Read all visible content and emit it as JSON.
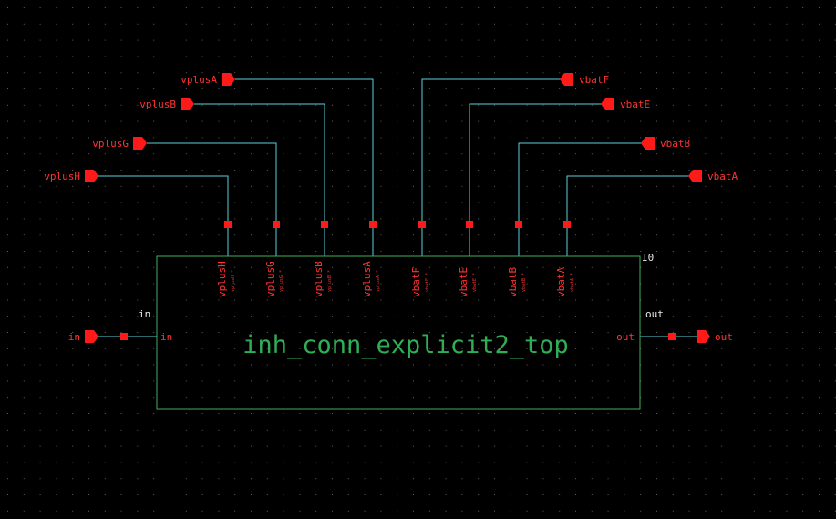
{
  "colors": {
    "background": "#000000",
    "grid_dot": "#5f5f5f",
    "wire": "#5ad0d8",
    "pin": "#ff1a1a",
    "pin_label": "#ff3333",
    "instance_box": "#3fae5a",
    "instance_text": "#2fae55",
    "instance_label": "#e8e8e8"
  },
  "instance": {
    "cell_name": "inh_conn_explicit2_top",
    "instance_name": "I0"
  },
  "pins_top": [
    {
      "name": "vplusA",
      "net": "vplusA",
      "inherit_label": "vplusA"
    },
    {
      "name": "vplusB",
      "net": "vplusB",
      "inherit_label": "vplusB"
    },
    {
      "name": "vplusG",
      "net": "vplusG",
      "inherit_label": "vplusG"
    },
    {
      "name": "vplusH",
      "net": "vplusH",
      "inherit_label": "vplusH"
    },
    {
      "name": "vbatF",
      "net": "vbatF",
      "inherit_label": "vbatF"
    },
    {
      "name": "vbatE",
      "net": "vbatE",
      "inherit_label": "vbatE"
    },
    {
      "name": "vbatB",
      "net": "vbatB",
      "inherit_label": "vbatB"
    },
    {
      "name": "vbatA",
      "net": "vbatA",
      "inherit_label": "vbatA"
    }
  ],
  "input_pin": {
    "name": "in",
    "instance_terminal": "in",
    "net_label": "in"
  },
  "output_pin": {
    "name": "out",
    "instance_terminal": "out",
    "net_label": "out"
  }
}
